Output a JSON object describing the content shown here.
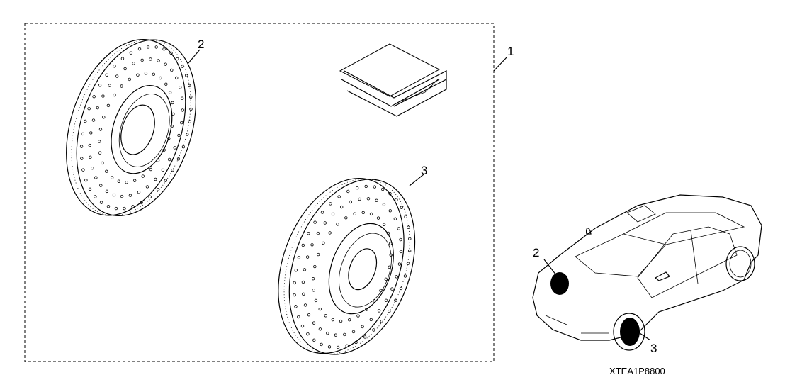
{
  "diagram": {
    "kit_label": "1",
    "front_rotor_label": "2",
    "rear_rotor_label": "3",
    "car_front_label": "2",
    "car_wheel_label": "3",
    "diagram_code": "XTEA1P8800"
  },
  "colors": {
    "line": "#000000",
    "background": "#ffffff"
  }
}
